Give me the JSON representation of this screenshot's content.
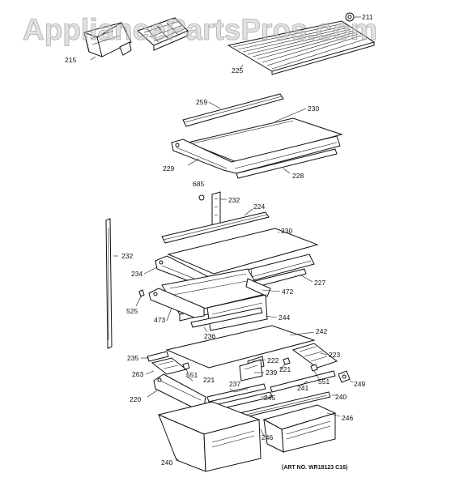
{
  "watermark": "AppliancePartsPros.com",
  "art_number": "(ART NO. WR18123 C16)",
  "callouts": {
    "c211": "211",
    "c215": "215",
    "c225": "225",
    "c259": "259",
    "c230a": "230",
    "c229": "229",
    "c228": "228",
    "c685": "685",
    "c232a": "232",
    "c224": "224",
    "c230b": "230",
    "c232b": "232",
    "c234": "234",
    "c227": "227",
    "c472": "472",
    "c525": "525",
    "c473": "473",
    "c244": "244",
    "c236": "236",
    "c242": "242",
    "c223": "223",
    "c235": "235",
    "c222": "222",
    "c263": "263",
    "c551a": "551",
    "c239": "239",
    "c221a": "221",
    "c221b": "221",
    "c551b": "551",
    "c237": "237",
    "c249": "249",
    "c241": "241",
    "c220": "220",
    "c245": "245",
    "c240a": "240",
    "c246a": "246",
    "c246b": "246",
    "c240b": "240"
  },
  "colors": {
    "line": "#111111",
    "watermark": "#c8c8c8",
    "background": "#ffffff"
  }
}
